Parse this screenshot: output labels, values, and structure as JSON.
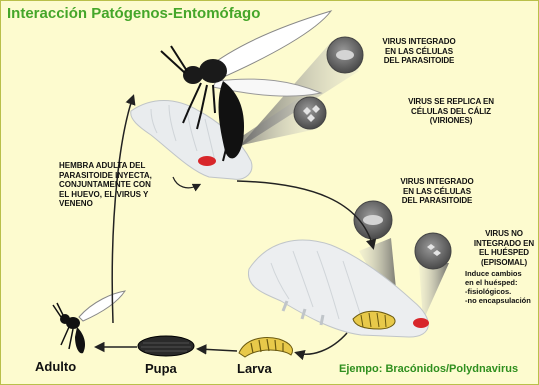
{
  "title": "Interacción Patógenos-Entomófago",
  "labels": {
    "virus_integrated_parasitoid_1": "VIRUS INTEGRADO\nEN LAS CÉLULAS\nDEL PARASITOIDE",
    "virus_replicates_calyx": "VIRUS SE REPLICA EN\nCÉLULAS DEL CÁLIZ\n(VIRIONES)",
    "female_injects": "HEMBRA ADULTA DEL\nPARASITOIDE INYECTA,\nCONJUNTAMENTE CON\nEL HUEVO, EL VIRUS Y\nVENENO",
    "virus_integrated_parasitoid_2": "VIRUS INTEGRADO\nEN LAS CÉLULAS\nDEL PARASITOIDE",
    "virus_not_integrated_host": "VIRUS NO\nINTEGRADO EN\nEL HUÉSPED\n(EPISOMAL)",
    "induces_changes": "Induce cambios\nen el huésped:\n-fisiológicos.\n-no encapsulación"
  },
  "stages": {
    "adult": "Adulto",
    "pupa": "Pupa",
    "larva": "Larva"
  },
  "example": "Ejempo: Bracónidos/Polydnavirus",
  "colors": {
    "background": "#fdfbcf",
    "title_green": "#45a62a",
    "example_green": "#2f8f1e",
    "red_marker": "#d8262a",
    "circle_gray": "#6a6a6a"
  }
}
